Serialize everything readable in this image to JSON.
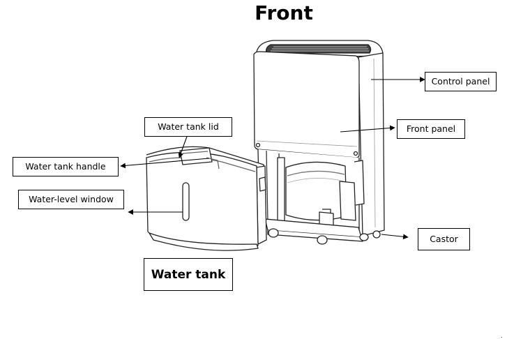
{
  "title": "Front",
  "labels": {
    "control_panel": "Control panel",
    "front_panel": "Front panel",
    "water_tank_lid": "Water tank lid",
    "water_tank_handle": "Water tank handle",
    "water_level_window": "Water-level window",
    "castor": "Castor",
    "water_tank": "Water tank"
  },
  "corner_mark": "."
}
